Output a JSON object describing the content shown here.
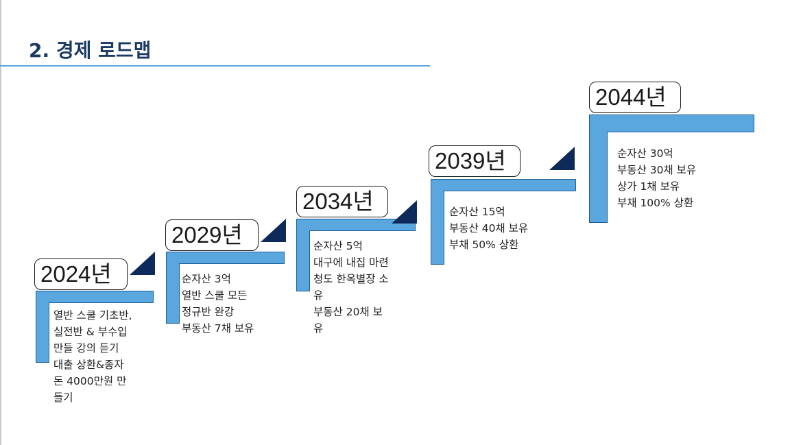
{
  "title": "2. 경제 로드맵",
  "colors": {
    "accent": "#5aa6df",
    "title": "#1b3a63",
    "triangle": "#0d2a5a"
  },
  "steps": [
    {
      "year": "2024년",
      "lines": [
        "열반 스쿨 기초반,",
        "실전반 & 부수입",
        "만들 강의 듣기",
        "대출 상환&종자",
        "돈 4000만원 만",
        "들기"
      ]
    },
    {
      "year": "2029년",
      "lines": [
        "순자산 3억",
        "열반 스쿨 모든",
        "정규반 완강",
        "부동산 7채 보유"
      ]
    },
    {
      "year": "2034년",
      "lines": [
        "순자산 5억",
        "대구에 내집 마련",
        "청도 한옥별장 소",
        "유",
        "부동산 20채 보",
        "유"
      ]
    },
    {
      "year": "2039년",
      "lines": [
        "순자산 15억",
        "부동산 40채 보유",
        "부채 50% 상환"
      ]
    },
    {
      "year": "2044년",
      "lines": [
        "순자산 30억",
        "부동산 30채 보유",
        "상가 1채 보유",
        "부채 100% 상환"
      ]
    }
  ]
}
